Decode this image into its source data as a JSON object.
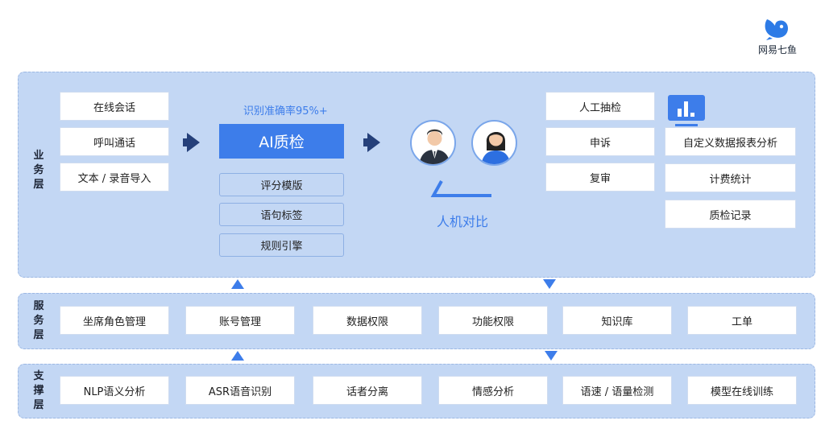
{
  "brand": {
    "name": "网易七鱼"
  },
  "layers": {
    "business": {
      "label": "业务层",
      "inputs": [
        "在线会话",
        "呼叫通话",
        "文本 / 录音导入"
      ],
      "ai": {
        "accuracy": "识别准确率95%+",
        "title": "AI质检",
        "modules": [
          "评分模版",
          "语句标签",
          "规则引擎"
        ]
      },
      "compare_label": "人机对比",
      "review": [
        "人工抽检",
        "申诉",
        "复审"
      ],
      "reports": [
        "自定义数据报表分析",
        "计费统计",
        "质检记录"
      ]
    },
    "service": {
      "label": "服务层",
      "items": [
        "坐席角色管理",
        "账号管理",
        "数据权限",
        "功能权限",
        "知识库",
        "工单"
      ]
    },
    "support": {
      "label": "支撑层",
      "items": [
        "NLP语义分析",
        "ASR语音识别",
        "话者分离",
        "情感分析",
        "语速 / 语量检测",
        "模型在线训练"
      ]
    }
  },
  "icons": [
    "fish-logo-icon",
    "male-agent-avatar-icon",
    "female-agent-avatar-icon",
    "bar-chart-monitor-icon"
  ],
  "colors": {
    "accent": "#3d7dea",
    "panel": "#c3d7f4",
    "arrow": "#25407a"
  }
}
